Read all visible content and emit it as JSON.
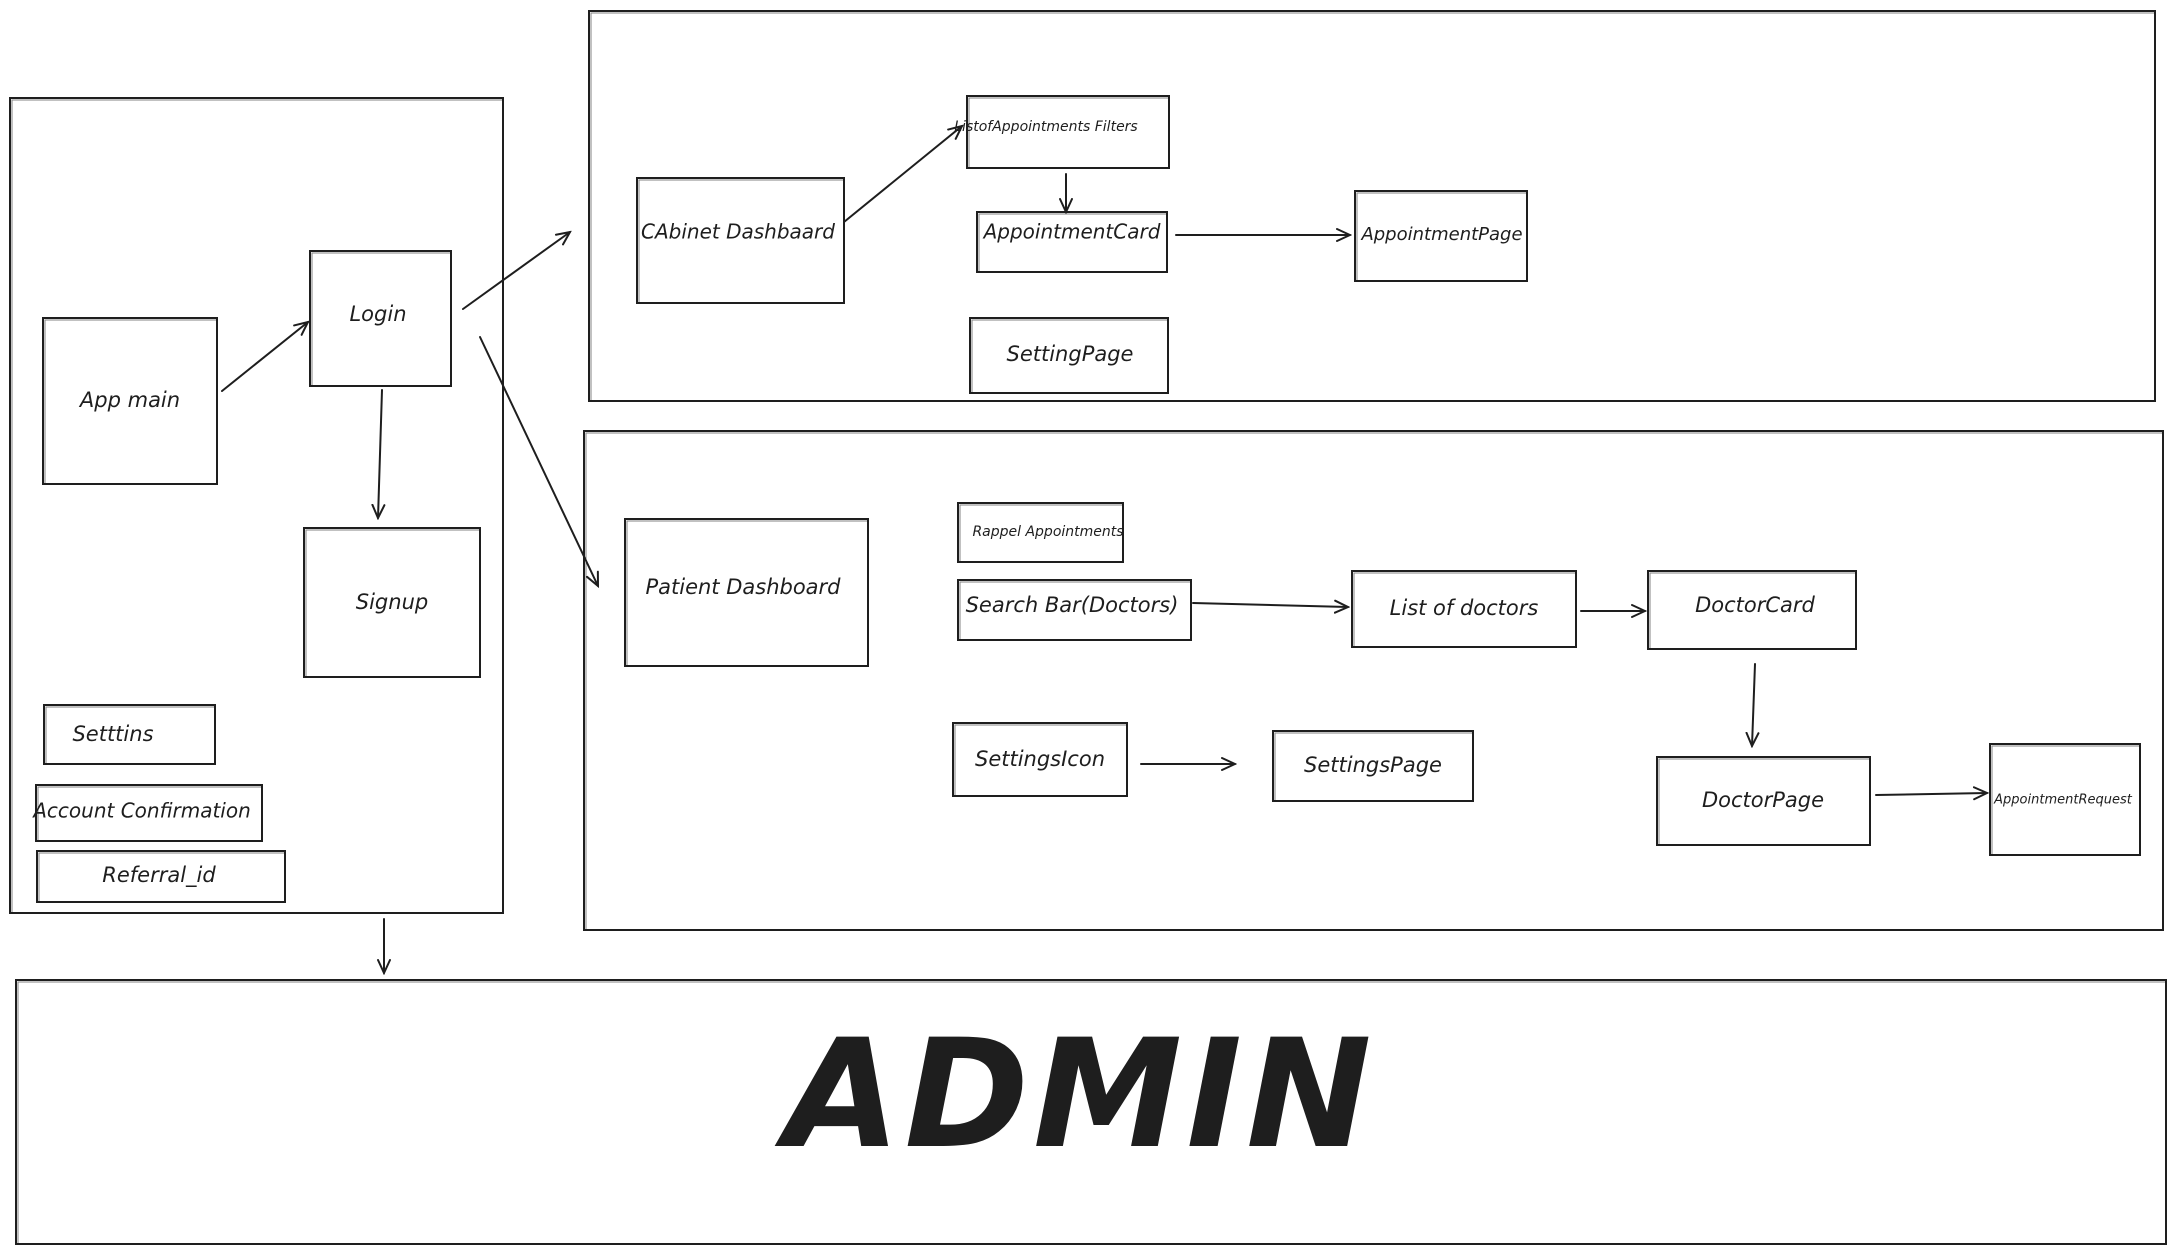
{
  "nodes": {
    "app_main": "App main",
    "login": "Login",
    "signup": "Signup",
    "settins": "Setttins",
    "account_confirmation": "Account Confirmation",
    "referral_id": "Referral_id",
    "cabinet_dashboard": "CAbinet Dashbaard",
    "list_of_appointments_filters": "ListofAppointments Filters",
    "appointment_card": "AppointmentCard",
    "appointment_page": "AppointmentPage",
    "setting_page": "SettingPage",
    "patient_dashboard": "Patient Dashboard",
    "rappel_appointments": "Rappel Appointments",
    "search_bar_doctors": "Search Bar(Doctors)",
    "list_of_doctors": "List of doctors",
    "doctor_card": "DoctorCard",
    "settings_icon": "SettingsIcon",
    "settings_page": "SettingsPage",
    "doctor_page": "DoctorPage",
    "appointment_request": "AppointmentRequest",
    "admin": "ADMIN"
  }
}
